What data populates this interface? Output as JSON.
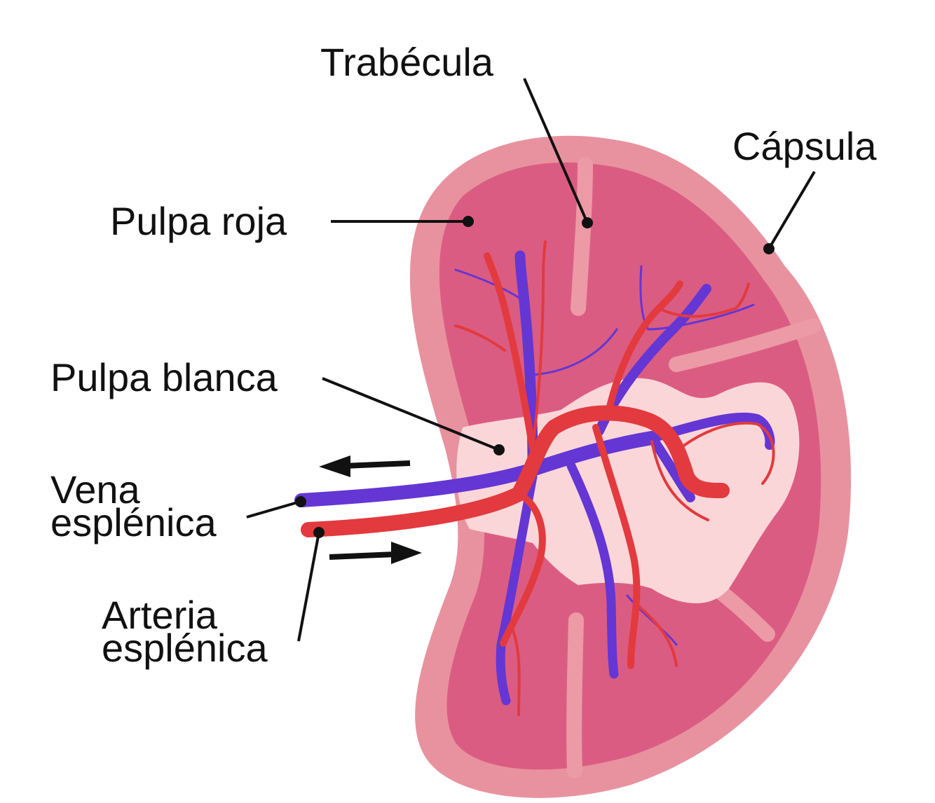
{
  "labels": {
    "trabecula": "Trabécula",
    "capsula": "Cápsula",
    "pulpa_roja": "Pulpa roja",
    "pulpa_blanca": "Pulpa blanca",
    "vena_line1": "Vena",
    "vena_line2": "esplénica",
    "arteria_line1": "Arteria",
    "arteria_line2": "esplénica"
  },
  "colors": {
    "capsule": "#e8929f",
    "red_pulp": "#db5c82",
    "white_pulp": "#fbd6d8",
    "trabecula": "#ec9aa6",
    "artery": "#e23a3e",
    "vein": "#6436d4",
    "leader": "#111111"
  }
}
